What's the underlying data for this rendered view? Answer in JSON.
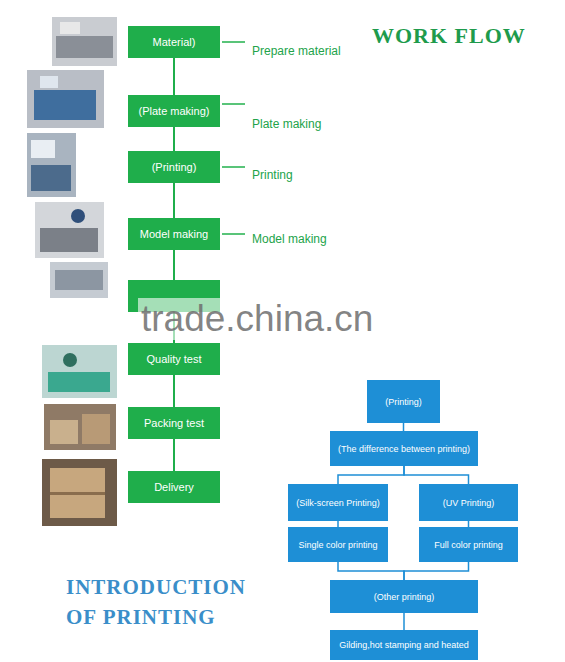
{
  "diagram": {
    "title": "WORK FLOW",
    "nodes": [
      {
        "text": [
          "Material)"
        ]
      },
      {
        "text": [
          "(Plate making)"
        ]
      },
      {
        "text": [
          "(Printing)"
        ]
      },
      {
        "text": [
          "Model making"
        ]
      },
      {
        "text": []
      },
      {
        "text": [
          "Quality test"
        ]
      },
      {
        "text": [
          "Packing test"
        ]
      },
      {
        "text": [
          "Delivery"
        ]
      },
      {
        "text": [
          "(Printing)"
        ]
      },
      {
        "text": [
          "(The difference between printing)"
        ]
      },
      {
        "text": [
          "(Silk-screen Printing)"
        ]
      },
      {
        "text": [
          "(UV Printing)"
        ]
      },
      {
        "text": [
          "Single color printing"
        ]
      },
      {
        "text": [
          "Full color printing"
        ]
      },
      {
        "text": [
          "(Other printing)"
        ]
      },
      {
        "text": [
          "Gilding,hot stamping and heated"
        ]
      }
    ],
    "edges": [
      {
        "from": 0,
        "to": 1,
        "arrow": "none"
      },
      {
        "from": 1,
        "to": 2,
        "arrow": "none"
      },
      {
        "from": 2,
        "to": 3,
        "arrow": "none"
      },
      {
        "from": 3,
        "to": 4,
        "arrow": "none"
      },
      {
        "from": 4,
        "to": 5,
        "arrow": "none"
      },
      {
        "from": 5,
        "to": 6,
        "arrow": "none"
      },
      {
        "from": 6,
        "to": 7,
        "arrow": "none"
      },
      {
        "from": 8,
        "to": 9,
        "arrow": "none"
      },
      {
        "from": 9,
        "to": 10,
        "arrow": "none"
      },
      {
        "from": 9,
        "to": 11,
        "arrow": "none"
      },
      {
        "from": 10,
        "to": 12,
        "arrow": "none"
      },
      {
        "from": 11,
        "to": 13,
        "arrow": "none"
      },
      {
        "from": 12,
        "to": 14,
        "arrow": "none"
      },
      {
        "from": 13,
        "to": 14,
        "arrow": "none"
      },
      {
        "from": 14,
        "to": 15,
        "arrow": "none"
      }
    ],
    "labels": [
      "Prepare material",
      "Plate making",
      "Printing",
      "Model making",
      "trade.china.cn",
      "INTRODUCTION OF PRINTING"
    ]
  }
}
